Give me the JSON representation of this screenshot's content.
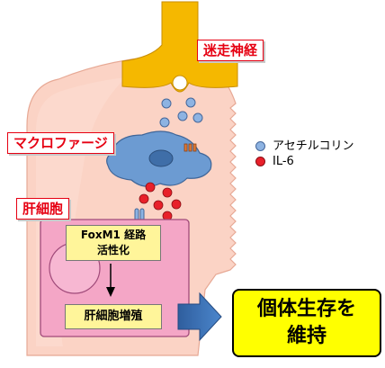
{
  "labels": {
    "vagus_nerve": "迷走神経",
    "macrophage": "マクロファージ",
    "hepatocyte": "肝細胞"
  },
  "legend": [
    {
      "label": "アセチルコリン",
      "color": "#8db3e2"
    },
    {
      "label": "IL-6",
      "color": "#e8202a"
    }
  ],
  "pathway": {
    "line1": "FoxM1 経路",
    "line2": "活性化"
  },
  "proliferation": "肝細胞増殖",
  "result": {
    "line1": "個体生存を",
    "line2": "維持"
  },
  "colors": {
    "liver": "#fbd3c5",
    "nerve": "#f5b800",
    "macrophage": "#6c9bd2",
    "hepatocyte": "#f4a6c6",
    "label_border": "#e60012",
    "box_yellow": "#fff59a",
    "result_yellow": "#ffff00",
    "arrow_blue": "#3d72b8"
  }
}
